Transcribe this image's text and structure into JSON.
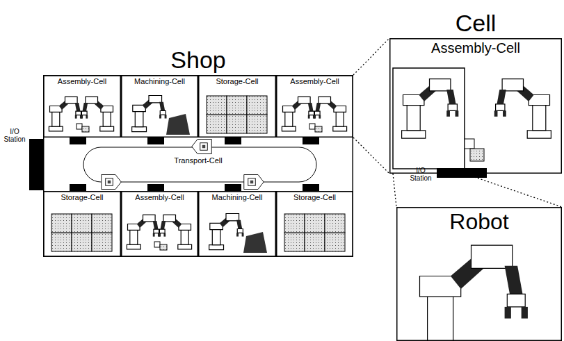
{
  "diagram": {
    "nodes": [
      {
        "text": [
          "Shop"
        ]
      },
      {
        "text": [
          "Assembly-Cell"
        ],
        "in": 0
      },
      {
        "text": [
          "Machining-Cell"
        ],
        "in": 0
      },
      {
        "text": [
          "Storage-Cell"
        ],
        "in": 0
      },
      {
        "text": [
          "Assembly-Cell"
        ],
        "in": 0
      },
      {
        "text": [
          "Transport-Cell"
        ],
        "in": 0
      },
      {
        "text": [
          "Storage-Cell"
        ],
        "in": 0
      },
      {
        "text": [
          "Assembly-Cell"
        ],
        "in": 0
      },
      {
        "text": [
          "Machining-Cell"
        ],
        "in": 0
      },
      {
        "text": [
          "Storage-Cell"
        ],
        "in": 0
      },
      {
        "text": [
          "Cell",
          "Assembly-Cell"
        ]
      },
      {
        "text": [
          "Robot"
        ]
      }
    ],
    "edges": [
      {
        "from": 4,
        "to": 10,
        "arrow": "none"
      },
      {
        "from": 10,
        "to": 11,
        "arrow": "none"
      }
    ],
    "labels": [
      "I/O Station",
      "I/O Station"
    ]
  }
}
